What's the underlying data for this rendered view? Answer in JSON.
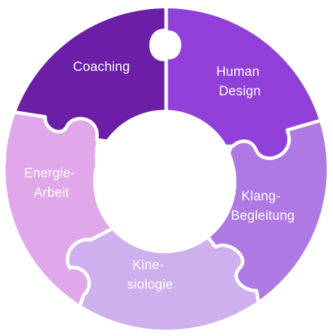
{
  "segments": [
    {
      "id": "coaching",
      "lines": [
        "Coaching"
      ],
      "color": "#6a1fa6"
    },
    {
      "id": "human-design",
      "lines": [
        "Human",
        "Design"
      ],
      "color": "#9040d9"
    },
    {
      "id": "klang",
      "lines": [
        "Klang-",
        "Begleitung"
      ],
      "color": "#ae79e3"
    },
    {
      "id": "kinesiologie",
      "lines": [
        "Kine-",
        "siologie"
      ],
      "color": "#cfb0ef"
    },
    {
      "id": "energie",
      "lines": [
        "Energie-",
        "Arbeit"
      ],
      "color": "#e0a7ea"
    }
  ]
}
